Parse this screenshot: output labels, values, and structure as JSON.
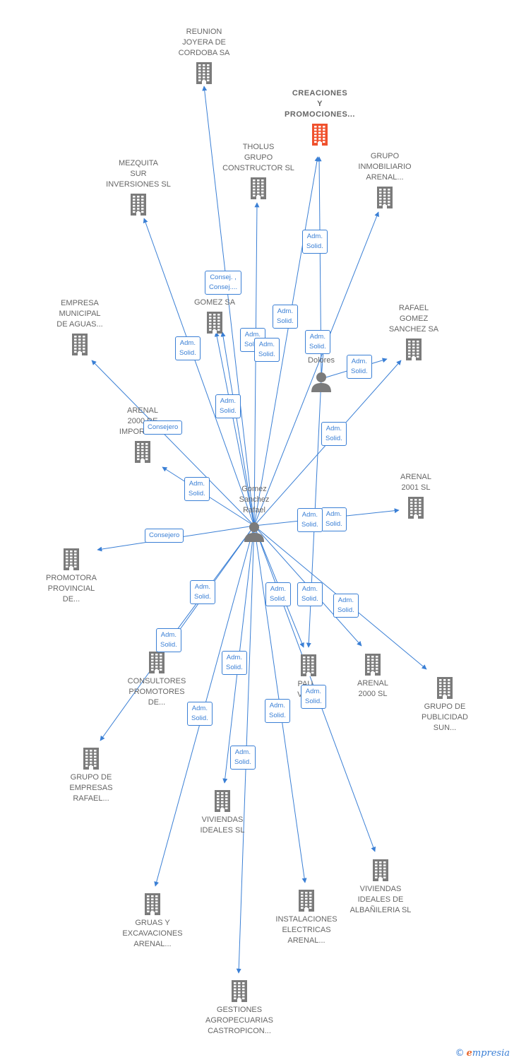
{
  "colors": {
    "edge": "#3a7fd5",
    "node": "#7b7b7b",
    "highlight": "#f0512d",
    "text": "#666666"
  },
  "nodes": [
    {
      "id": "gomez",
      "kind": "person",
      "label": "Gomez\nSanchez\nRafael"
    },
    {
      "id": "sm",
      "kind": "person",
      "label": "S...\nM...\nDolores"
    },
    {
      "id": "reunion",
      "kind": "company",
      "label": "REUNION\nJOYERA DE\nCORDOBA SA"
    },
    {
      "id": "creaciones",
      "kind": "company",
      "label": "CREACIONES\nY\nPROMOCIONES...",
      "highlight": true
    },
    {
      "id": "tholus",
      "kind": "company",
      "label": "THOLUS\nGRUPO\nCONSTRUCTOR SL"
    },
    {
      "id": "mezquita",
      "kind": "company",
      "label": "MEZQUITA\nSUR\nINVERSIONES SL"
    },
    {
      "id": "grupo_inmob",
      "kind": "company",
      "label": "GRUPO\nINMOBILIARIO\nARENAL..."
    },
    {
      "id": "rgomez",
      "kind": "company",
      "label": "R...\nGOMEZ SA"
    },
    {
      "id": "empresa_mun",
      "kind": "company",
      "label": "EMPRESA\nMUNICIPAL\nDE AGUAS..."
    },
    {
      "id": "rafael_gomez_sa",
      "kind": "company",
      "label": "RAFAEL\nGOMEZ\nSANCHEZ SA"
    },
    {
      "id": "arenal_imp",
      "kind": "company",
      "label": "ARENAL\n2000 DE\nIMPORTAC..."
    },
    {
      "id": "arenal2001",
      "kind": "company",
      "label": "ARENAL\n2001 SL"
    },
    {
      "id": "promotora",
      "kind": "company",
      "label": "PROMOTORA\nPROVINCIAL\nDE..."
    },
    {
      "id": "consultores",
      "kind": "company",
      "label": "CONSULTORES\nPROMOTORES\nDE..."
    },
    {
      "id": "pau",
      "kind": "company",
      "label": "PAU...\nVER..."
    },
    {
      "id": "arenal2000",
      "kind": "company",
      "label": "ARENAL\n2000 SL"
    },
    {
      "id": "publicidad",
      "kind": "company",
      "label": "GRUPO DE\nPUBLICIDAD\nSUN..."
    },
    {
      "id": "grupo_emp",
      "kind": "company",
      "label": "GRUPO DE\nEMPRESAS\nRAFAEL..."
    },
    {
      "id": "viv_ideales",
      "kind": "company",
      "label": "VIVIENDAS\nIDEALES SL"
    },
    {
      "id": "viv_alb",
      "kind": "company",
      "label": "VIVIENDAS\nIDEALES DE\nALBAÑILERIA SL"
    },
    {
      "id": "gruas",
      "kind": "company",
      "label": "GRUAS Y\nEXCAVACIONES\nARENAL..."
    },
    {
      "id": "instalaciones",
      "kind": "company",
      "label": "INSTALACIONES\nELECTRICAS\nARENAL..."
    },
    {
      "id": "gestiones",
      "kind": "company",
      "label": "GESTIONES\nAGROPECUARIAS\nCASTROPICON..."
    }
  ],
  "edges": [
    {
      "from": "gomez",
      "to": "reunion",
      "label": "Consej. ,\nConsej...."
    },
    {
      "from": "gomez",
      "to": "creaciones",
      "label": "Adm.\nSolid."
    },
    {
      "from": "gomez",
      "to": "tholus",
      "label": "Adm.\nSolid."
    },
    {
      "from": "gomez",
      "to": "mezquita",
      "label": "Adm.\nSolid."
    },
    {
      "from": "gomez",
      "to": "rgomez",
      "label": "Adm.\nSolid."
    },
    {
      "from": "gomez",
      "to": "rgomez",
      "label": "Adm.\nSolid."
    },
    {
      "from": "gomez",
      "to": "grupo_inmob",
      "label": "Adm.\nSolid."
    },
    {
      "from": "gomez",
      "to": "rafael_gomez_sa",
      "label": "Adm.\nSolid."
    },
    {
      "from": "gomez",
      "to": "empresa_mun",
      "label": "Consejero"
    },
    {
      "from": "gomez",
      "to": "arenal_imp",
      "label": "Adm.\nSolid."
    },
    {
      "from": "gomez",
      "to": "arenal2001",
      "label": "Adm.\nSolid."
    },
    {
      "from": "gomez",
      "to": "promotora",
      "label": "Consejero"
    },
    {
      "from": "gomez",
      "to": "consultores",
      "label": "Adm.\nSolid."
    },
    {
      "from": "gomez",
      "to": "grupo_emp",
      "label": "Adm.\nSolid."
    },
    {
      "from": "gomez",
      "to": "pau",
      "label": "Adm.\nSolid."
    },
    {
      "from": "gomez",
      "to": "arenal2000",
      "label": "Adm.\nSolid."
    },
    {
      "from": "gomez",
      "to": "publicidad",
      "label": "Adm.\nSolid."
    },
    {
      "from": "gomez",
      "to": "viv_ideales",
      "label": "Adm.\nSolid."
    },
    {
      "from": "gomez",
      "to": "gruas",
      "label": "Adm.\nSolid."
    },
    {
      "from": "gomez",
      "to": "instalaciones",
      "label": "Adm.\nSolid."
    },
    {
      "from": "gomez",
      "to": "viv_alb",
      "label": "Adm.\nSolid."
    },
    {
      "from": "gomez",
      "to": "gestiones",
      "label": "Adm.\nSolid."
    },
    {
      "from": "sm",
      "to": "creaciones",
      "label": "Adm.\nSolid."
    },
    {
      "from": "sm",
      "to": "rafael_gomez_sa",
      "label": "Adm.\nSolid."
    },
    {
      "from": "sm",
      "to": "rgomez",
      "label": "Adm.\nSolid."
    },
    {
      "from": "sm",
      "to": "pau",
      "label": "Adm.\nSolid."
    }
  ],
  "footer": {
    "copyright": "©",
    "brand_initial": "e",
    "brand_rest": "mpresia"
  }
}
